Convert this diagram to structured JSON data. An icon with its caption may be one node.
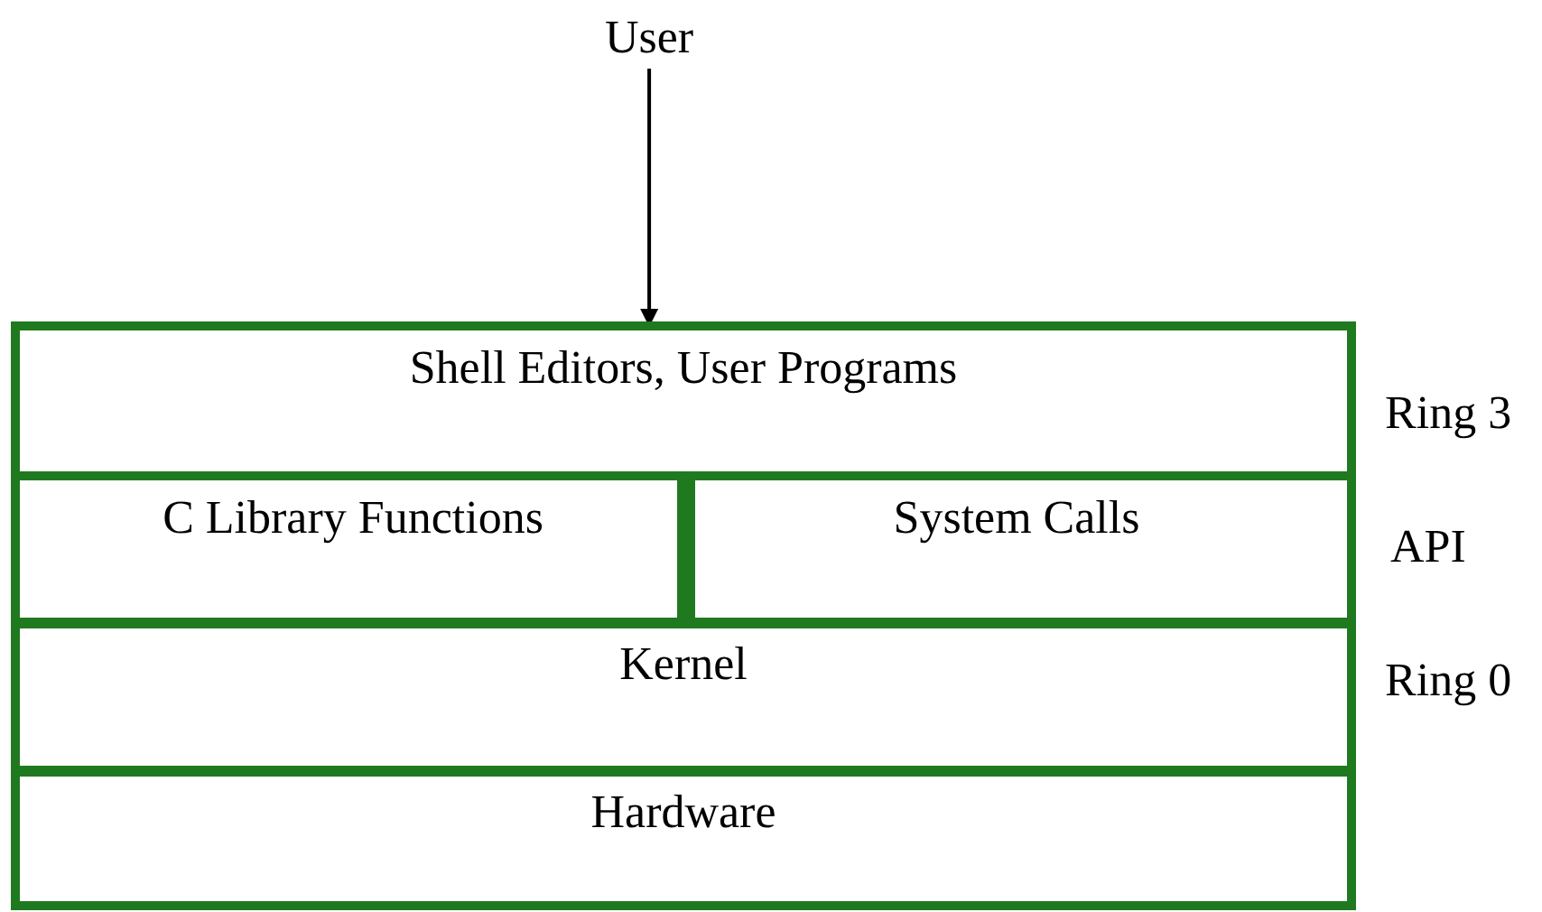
{
  "diagram": {
    "nodes": [
      {
        "text": [
          "User"
        ]
      },
      {
        "text": [
          "Shell Editors, User Programs"
        ]
      },
      {
        "text": [
          "C Library Functions"
        ]
      },
      {
        "text": [
          "System Calls"
        ]
      },
      {
        "text": [
          "Kernel"
        ]
      },
      {
        "text": [
          "Hardware"
        ]
      }
    ],
    "edges": [
      {
        "from": 0,
        "to": 1,
        "arrow": "to"
      }
    ],
    "labels": [
      "Ring 3",
      "API",
      "Ring 0"
    ]
  }
}
